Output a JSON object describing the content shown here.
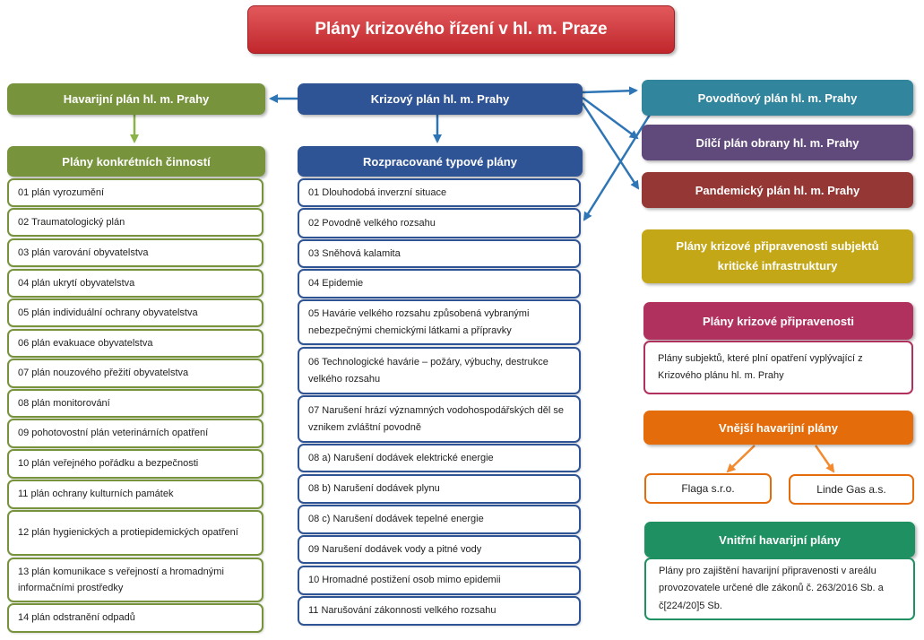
{
  "title": "Plány krizového řízení v  hl. m. Praze",
  "left": {
    "plan": "Havarijní plán hl. m. Prahy",
    "header": "Plány konkrétních činností",
    "items": [
      "01 plán vyrozumění",
      "02 Traumatologický plán",
      "03 plán varování obyvatelstva",
      "04 plán ukrytí obyvatelstva",
      "05 plán individuální ochrany obyvatelstva",
      "06 plán evakuace obyvatelstva",
      "07 plán nouzového přežití obyvatelstva",
      "08 plán monitorování",
      "09 pohotovostní plán veterinárních opatření",
      "10 plán veřejného pořádku a bezpečnosti",
      "11 plán ochrany kulturních památek",
      "12 plán hygienických a protiepidemických opatření",
      "13 plán komunikace s veřejností a hromadnými informačními prostředky",
      "14 plán odstranění odpadů"
    ]
  },
  "center": {
    "plan": "Krizový plán hl. m. Prahy",
    "header": "Rozpracované typové plány",
    "items": [
      "01 Dlouhodobá inverzní situace",
      "02 Povodně velkého rozsahu",
      "03 Sněhová kalamita",
      "04 Epidemie",
      "05 Havárie velkého rozsahu způsobená vybranými nebezpečnými chemickými látkami a přípravky",
      "06 Technologické havárie – požáry, výbuchy, destrukce velkého rozsahu",
      "07 Narušení hrází významných vodohospodářských děl se vznikem zvláštní povodně",
      "08 a) Narušení dodávek elektrické energie",
      "08 b) Narušení dodávek plynu",
      "08 c) Narušení dodávek tepelné energie",
      "09 Narušení dodávek vody a pitné vody",
      "10 Hromadné postižení osob mimo epidemii",
      "11 Narušování zákonnosti velkého rozsahu"
    ]
  },
  "right": {
    "flood": "Povodňový plán hl. m. Prahy",
    "defence": "Dílčí plán obrany hl. m. Prahy",
    "pandemic": "Pandemický plán hl. m. Prahy",
    "infra": "Plány krizové připravenosti subjektů kritické infrastruktury",
    "prep_header": "Plány krizové připravenosti",
    "prep_text": "Plány subjektů, které plní opatření vyplývající z Krizového plánu hl. m. Prahy",
    "ext_header": "Vnější havarijní plány",
    "ext_items": [
      "Flaga s.r.o.",
      "Linde Gas a.s."
    ],
    "int_header": "Vnitřní havarijní plány",
    "int_text": "Plány pro zajištění havarijní připravenosti v areálu provozovatele určené dle zákonů č. 263/2016 Sb. a č[224/20]5 Sb."
  },
  "colors": {
    "title": "#c0272d",
    "green": "#77933c",
    "blue": "#2f5496",
    "teal": "#31859c",
    "purple": "#604a7b",
    "red": "#953735",
    "olive": "#c4a717",
    "magenta": "#b0305e",
    "orange": "#e46c0a",
    "emerald": "#1f9062"
  }
}
